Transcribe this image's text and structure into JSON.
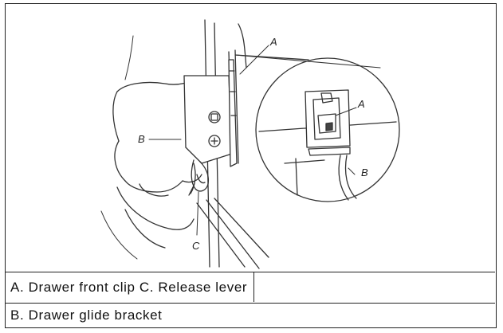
{
  "figure": {
    "callouts": {
      "a_top": "A",
      "a_inset": "A",
      "b_left": "B",
      "b_inset": "B",
      "c": "C"
    }
  },
  "legend": {
    "row1": "A. Drawer front clip C. Release lever",
    "row2": "B. Drawer glide bracket"
  }
}
